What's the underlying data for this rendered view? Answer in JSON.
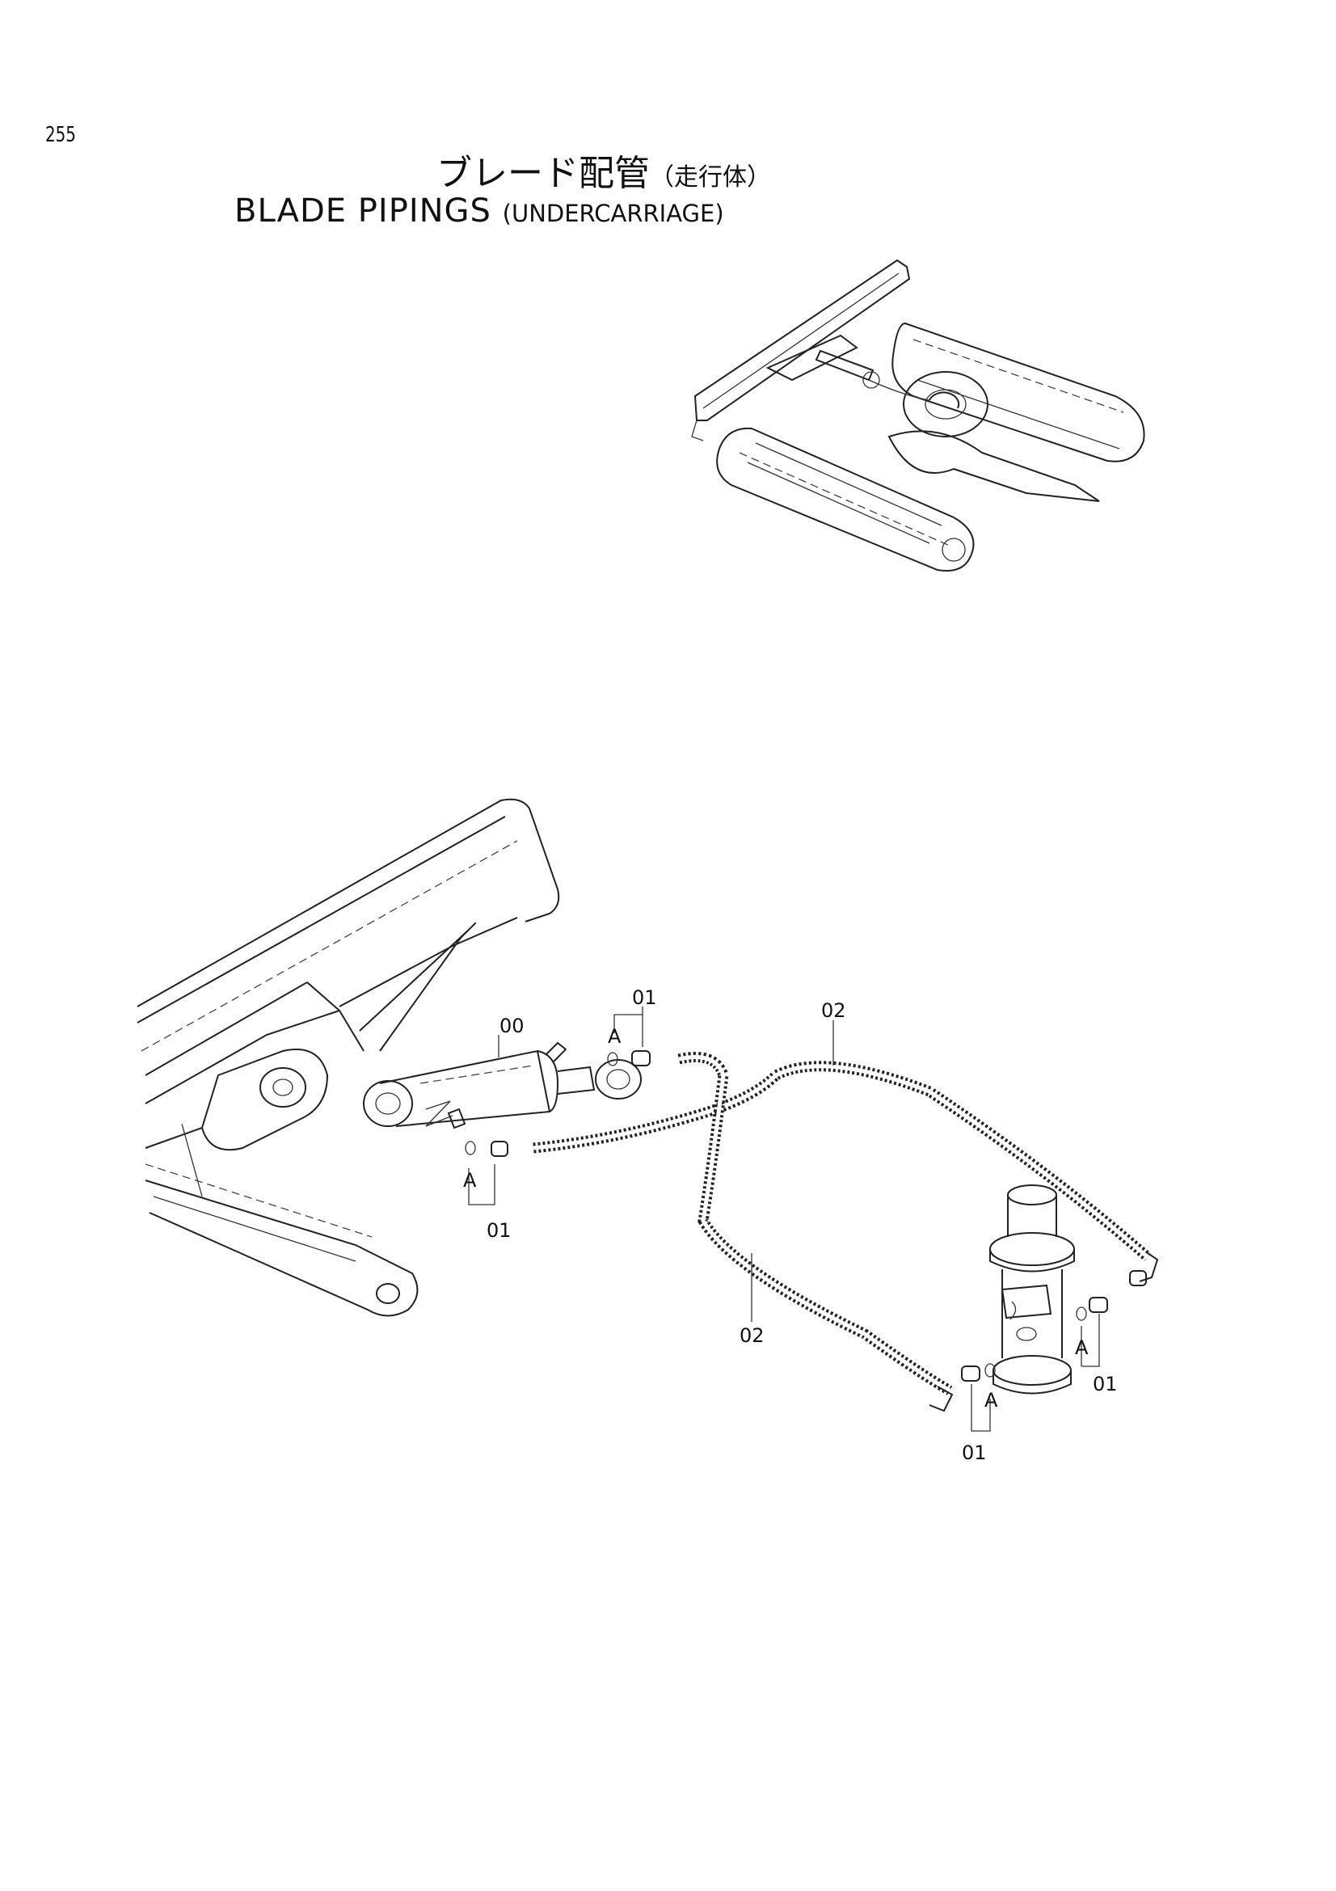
{
  "page": {
    "number": "255",
    "title_ja": "ブレード配管",
    "title_ja_sub": "（走行体）",
    "title_en": "BLADE PIPINGS",
    "title_en_sub": "(UNDERCARRIAGE)"
  },
  "callouts": {
    "cylinder": "00",
    "fitting_upper": "01",
    "fitting_lower": "01",
    "fitting_swivel_left": "01",
    "fitting_swivel_right": "01",
    "hose_upper": "02",
    "hose_lower": "02",
    "oring_upper": "A",
    "oring_lower": "A",
    "oring_swivel_left": "A",
    "oring_swivel_right": "A"
  }
}
